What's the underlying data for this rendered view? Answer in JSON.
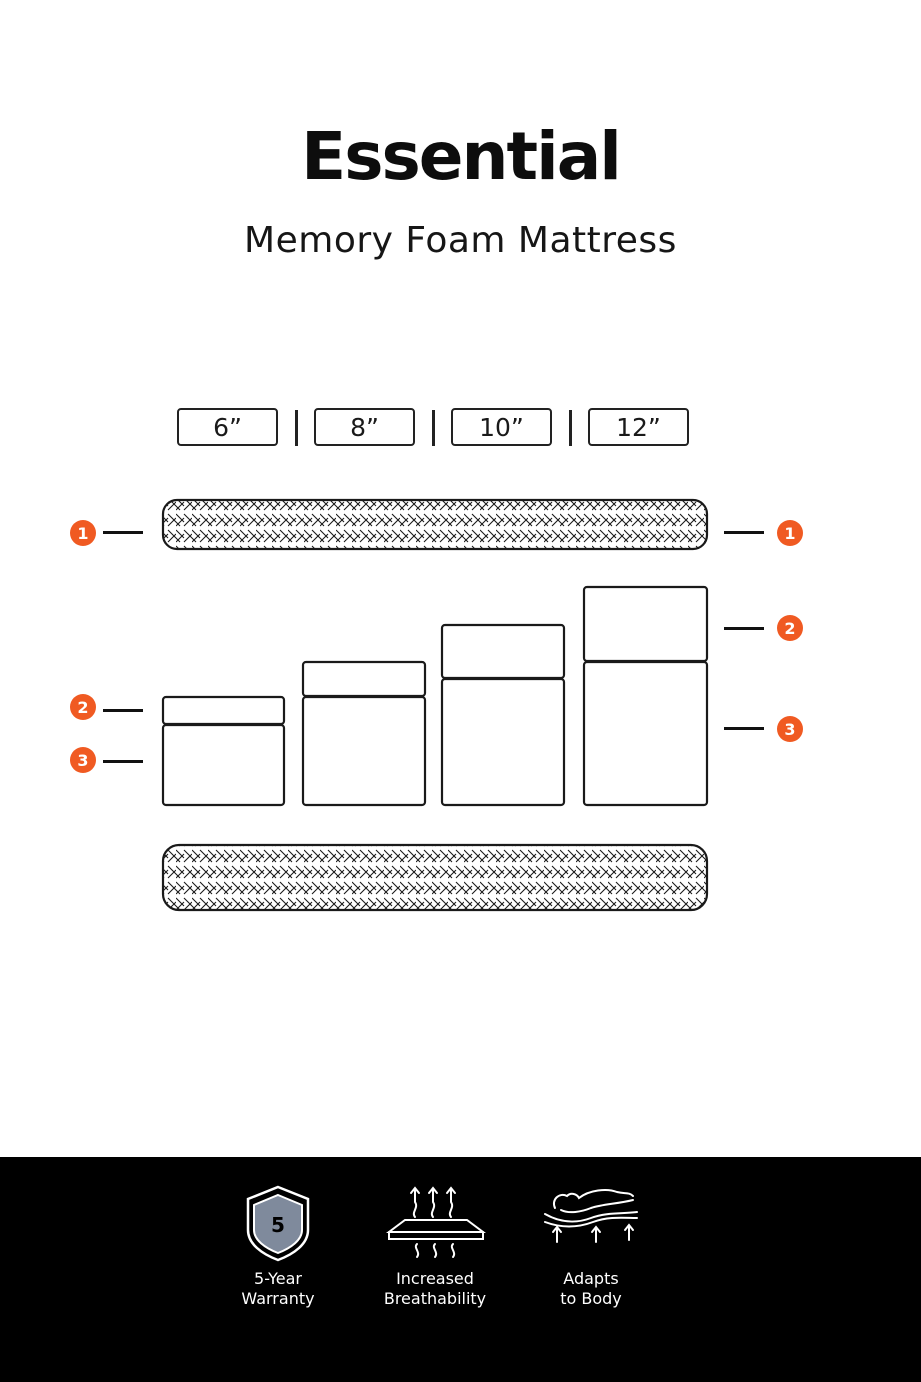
{
  "header": {
    "title": "Essential",
    "subtitle": "Memory Foam Mattress"
  },
  "size_selector": {
    "options": [
      "6”",
      "8”",
      "10”",
      "12”"
    ]
  },
  "layer_markers": {
    "cover": "1",
    "comfort": "2",
    "support": "3"
  },
  "features": [
    {
      "icon": "shield-warranty-icon",
      "badge": "5",
      "line1": "5-Year",
      "line2": "Warranty"
    },
    {
      "icon": "breathability-icon",
      "line1": "Increased",
      "line2": "Breathability"
    },
    {
      "icon": "adapts-to-body-icon",
      "line1": "Adapts",
      "line2": "to Body"
    }
  ],
  "colors": {
    "accent": "#f05a22",
    "footer_background": "#000000",
    "badge_fill": "#7f8a9c"
  }
}
